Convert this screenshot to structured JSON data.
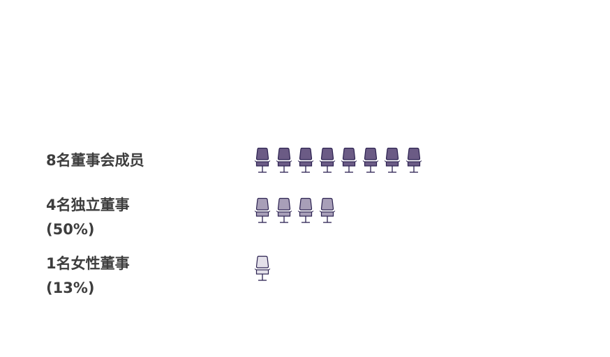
{
  "rows": [
    {
      "label": "8名董事会成员",
      "sub": "",
      "count": 8,
      "color": "#6b5b85"
    },
    {
      "label": "4名独立董事",
      "sub": "(50%)",
      "count": 4,
      "color": "#a89fb8"
    },
    {
      "label": "1名女性董事",
      "sub": "(13%)",
      "count": 1,
      "color": "#e4e1ea"
    }
  ],
  "outline_color": "#2b2150"
}
